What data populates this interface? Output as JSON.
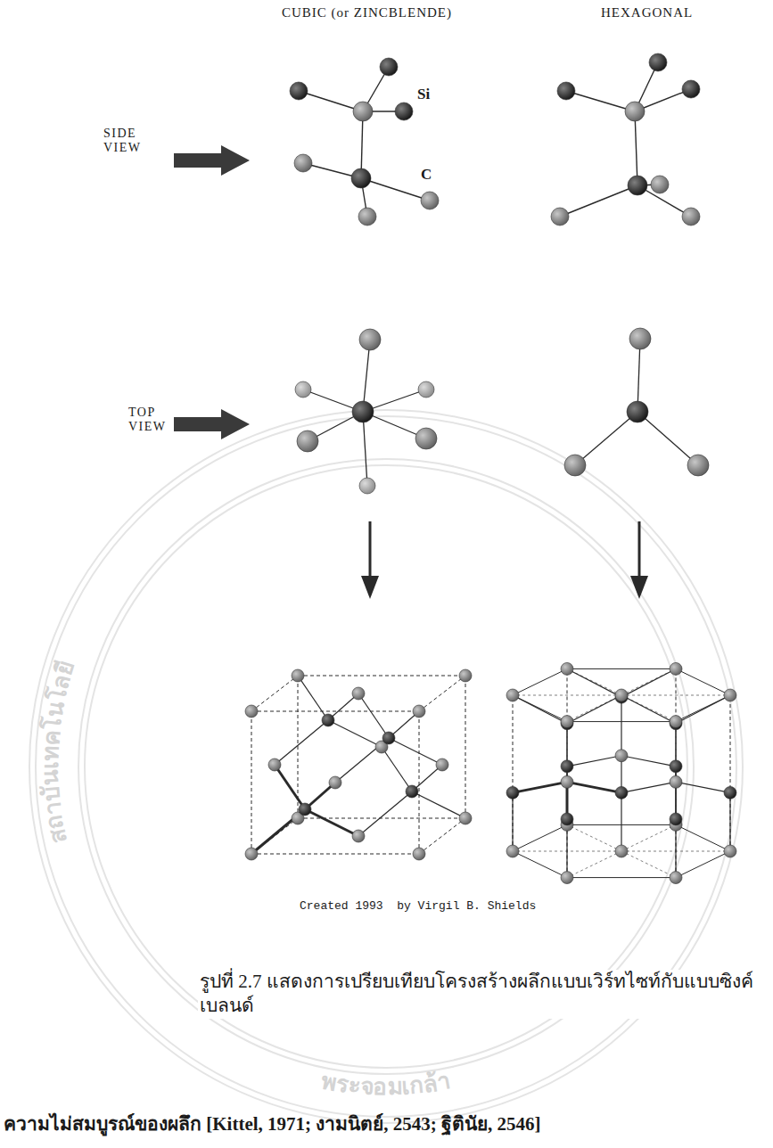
{
  "diagram": {
    "caption": "รูปที่ 2.7 แสดงการเปรียบเทียบโครงสร้างผลึกแบบเวิร์ทไซท์กับแบบซิงค์เบลนด์",
    "labels": [
      "CUBIC (or ZINCBLENDE)",
      "HEXAGONAL",
      "SIDE VIEW",
      "Si",
      "C",
      "TOP VIEW",
      "Created 1993  by Virgil B. Shields",
      "ความไม่สมบูรณ์ของผลึก [Kittel, 1971; งามนิตย์, 2543; ฐิตินัย, 2546]",
      "สถาบันเทคโนโลยี",
      "พระจอมเกล้า"
    ]
  }
}
